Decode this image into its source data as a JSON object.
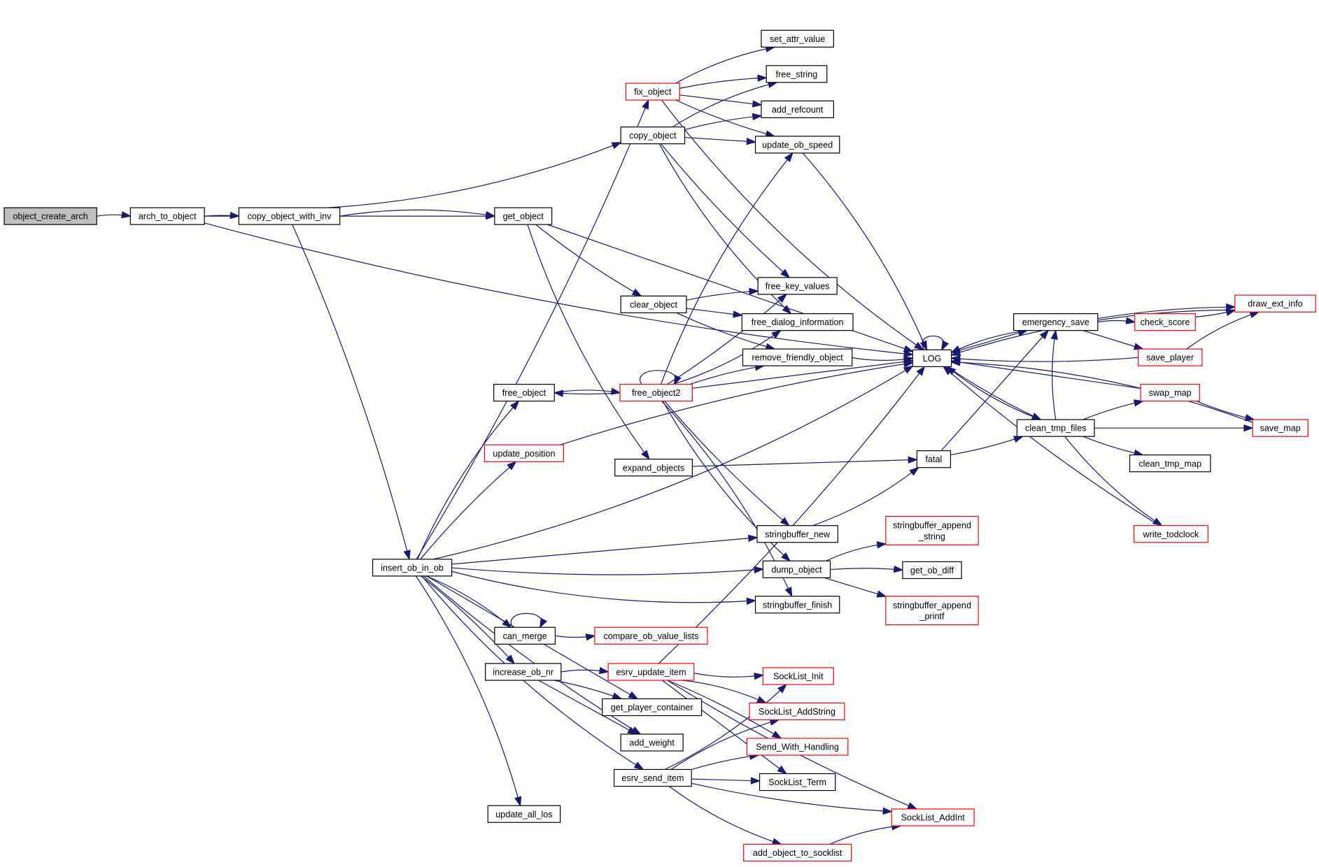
{
  "title": "Call graph of object_create_arch",
  "colors": {
    "edge": "#191970",
    "node_border": "#000000",
    "truncated_border": "#ff0000",
    "root_fill": "#bfbfbf"
  },
  "nodes": {
    "object_create_arch": {
      "label": "object_create_arch",
      "truncated": false,
      "root": true
    },
    "arch_to_object": {
      "label": "arch_to_object",
      "truncated": false
    },
    "copy_object_with_inv": {
      "label": "copy_object_with_inv",
      "truncated": false
    },
    "get_object": {
      "label": "get_object",
      "truncated": false
    },
    "insert_ob_in_ob": {
      "label": "insert_ob_in_ob",
      "truncated": false
    },
    "fix_object": {
      "label": "fix_object",
      "truncated": true
    },
    "copy_object": {
      "label": "copy_object",
      "truncated": false
    },
    "set_attr_value": {
      "label": "set_attr_value",
      "truncated": false
    },
    "free_string": {
      "label": "free_string",
      "truncated": false
    },
    "add_refcount": {
      "label": "add_refcount",
      "truncated": false
    },
    "update_ob_speed": {
      "label": "update_ob_speed",
      "truncated": false
    },
    "clear_object": {
      "label": "clear_object",
      "truncated": false
    },
    "free_key_values": {
      "label": "free_key_values",
      "truncated": false
    },
    "free_dialog_information": {
      "label": "free_dialog_information",
      "truncated": false
    },
    "remove_friendly_object": {
      "label": "remove_friendly_object",
      "truncated": false
    },
    "free_object": {
      "label": "free_object",
      "truncated": false
    },
    "free_object2": {
      "label": "free_object2",
      "truncated": true
    },
    "update_position": {
      "label": "update_position",
      "truncated": true
    },
    "expand_objects": {
      "label": "expand_objects",
      "truncated": false
    },
    "LOG": {
      "label": "LOG",
      "truncated": false
    },
    "emergency_save": {
      "label": "emergency_save",
      "truncated": false
    },
    "check_score": {
      "label": "check_score",
      "truncated": true
    },
    "draw_ext_info": {
      "label": "draw_ext_info",
      "truncated": true
    },
    "save_player": {
      "label": "save_player",
      "truncated": true
    },
    "swap_map": {
      "label": "swap_map",
      "truncated": true
    },
    "save_map": {
      "label": "save_map",
      "truncated": true
    },
    "clean_tmp_files": {
      "label": "clean_tmp_files",
      "truncated": false
    },
    "clean_tmp_map": {
      "label": "clean_tmp_map",
      "truncated": false
    },
    "write_todclock": {
      "label": "write_todclock",
      "truncated": true
    },
    "fatal": {
      "label": "fatal",
      "truncated": false
    },
    "stringbuffer_new": {
      "label": "stringbuffer_new",
      "truncated": false
    },
    "dump_object": {
      "label": "dump_object",
      "truncated": false
    },
    "stringbuffer_finish": {
      "label": "stringbuffer_finish",
      "truncated": false
    },
    "stringbuffer_append_string": {
      "label": "stringbuffer_append\n_string",
      "truncated": true
    },
    "get_ob_diff": {
      "label": "get_ob_diff",
      "truncated": false
    },
    "stringbuffer_append_printf": {
      "label": "stringbuffer_append\n_printf",
      "truncated": true
    },
    "can_merge": {
      "label": "can_merge",
      "truncated": false
    },
    "compare_ob_value_lists": {
      "label": "compare_ob_value_lists",
      "truncated": true
    },
    "increase_ob_nr": {
      "label": "increase_ob_nr",
      "truncated": false
    },
    "esrv_update_item": {
      "label": "esrv_update_item",
      "truncated": true
    },
    "get_player_container": {
      "label": "get_player_container",
      "truncated": false
    },
    "add_weight": {
      "label": "add_weight",
      "truncated": false
    },
    "esrv_send_item": {
      "label": "esrv_send_item",
      "truncated": false
    },
    "update_all_los": {
      "label": "update_all_los",
      "truncated": false
    },
    "SockList_Init": {
      "label": "SockList_Init",
      "truncated": true
    },
    "SockList_AddString": {
      "label": "SockList_AddString",
      "truncated": true
    },
    "Send_With_Handling": {
      "label": "Send_With_Handling",
      "truncated": true
    },
    "SockList_Term": {
      "label": "SockList_Term",
      "truncated": false
    },
    "SockList_AddInt": {
      "label": "SockList_AddInt",
      "truncated": true
    },
    "add_object_to_socklist": {
      "label": "add_object_to_socklist",
      "truncated": true
    }
  },
  "edges": [
    [
      "object_create_arch",
      "arch_to_object"
    ],
    [
      "arch_to_object",
      "copy_object_with_inv"
    ],
    [
      "arch_to_object",
      "get_object"
    ],
    [
      "arch_to_object",
      "LOG"
    ],
    [
      "copy_object_with_inv",
      "copy_object"
    ],
    [
      "copy_object_with_inv",
      "get_object"
    ],
    [
      "copy_object_with_inv",
      "insert_ob_in_ob"
    ],
    [
      "get_object",
      "LOG"
    ],
    [
      "get_object",
      "clear_object"
    ],
    [
      "get_object",
      "expand_objects"
    ],
    [
      "fix_object",
      "set_attr_value"
    ],
    [
      "fix_object",
      "free_string"
    ],
    [
      "fix_object",
      "add_refcount"
    ],
    [
      "fix_object",
      "update_ob_speed"
    ],
    [
      "fix_object",
      "LOG"
    ],
    [
      "copy_object",
      "free_string"
    ],
    [
      "copy_object",
      "add_refcount"
    ],
    [
      "copy_object",
      "update_ob_speed"
    ],
    [
      "copy_object",
      "free_key_values"
    ],
    [
      "copy_object",
      "free_dialog_information"
    ],
    [
      "update_ob_speed",
      "LOG"
    ],
    [
      "clear_object",
      "free_key_values"
    ],
    [
      "clear_object",
      "free_dialog_information"
    ],
    [
      "clear_object",
      "remove_friendly_object"
    ],
    [
      "remove_friendly_object",
      "LOG"
    ],
    [
      "free_object",
      "free_object2"
    ],
    [
      "free_object2",
      "free_object"
    ],
    [
      "free_object2",
      "free_object2"
    ],
    [
      "free_object2",
      "free_key_values"
    ],
    [
      "free_object2",
      "free_dialog_information"
    ],
    [
      "free_object2",
      "update_ob_speed"
    ],
    [
      "free_object2",
      "remove_friendly_object"
    ],
    [
      "free_object2",
      "LOG"
    ],
    [
      "free_object2",
      "stringbuffer_new"
    ],
    [
      "free_object2",
      "dump_object"
    ],
    [
      "free_object2",
      "stringbuffer_finish"
    ],
    [
      "update_position",
      "LOG"
    ],
    [
      "expand_objects",
      "fatal"
    ],
    [
      "insert_ob_in_ob",
      "fix_object"
    ],
    [
      "insert_ob_in_ob",
      "LOG"
    ],
    [
      "insert_ob_in_ob",
      "free_object"
    ],
    [
      "insert_ob_in_ob",
      "update_position"
    ],
    [
      "insert_ob_in_ob",
      "stringbuffer_new"
    ],
    [
      "insert_ob_in_ob",
      "dump_object"
    ],
    [
      "insert_ob_in_ob",
      "stringbuffer_finish"
    ],
    [
      "insert_ob_in_ob",
      "can_merge"
    ],
    [
      "insert_ob_in_ob",
      "increase_ob_nr"
    ],
    [
      "insert_ob_in_ob",
      "get_player_container"
    ],
    [
      "insert_ob_in_ob",
      "add_weight"
    ],
    [
      "insert_ob_in_ob",
      "esrv_send_item"
    ],
    [
      "insert_ob_in_ob",
      "update_all_los"
    ],
    [
      "LOG",
      "LOG"
    ],
    [
      "LOG",
      "emergency_save"
    ],
    [
      "LOG",
      "clean_tmp_files"
    ],
    [
      "emergency_save",
      "LOG"
    ],
    [
      "emergency_save",
      "check_score"
    ],
    [
      "emergency_save",
      "draw_ext_info"
    ],
    [
      "emergency_save",
      "save_player"
    ],
    [
      "check_score",
      "draw_ext_info"
    ],
    [
      "draw_ext_info",
      "LOG"
    ],
    [
      "save_player",
      "draw_ext_info"
    ],
    [
      "save_player",
      "LOG"
    ],
    [
      "swap_map",
      "LOG"
    ],
    [
      "swap_map",
      "save_map"
    ],
    [
      "save_map",
      "LOG"
    ],
    [
      "clean_tmp_files",
      "LOG"
    ],
    [
      "clean_tmp_files",
      "swap_map"
    ],
    [
      "clean_tmp_files",
      "save_map"
    ],
    [
      "clean_tmp_files",
      "clean_tmp_map"
    ],
    [
      "clean_tmp_files",
      "write_todclock"
    ],
    [
      "clean_tmp_files",
      "emergency_save"
    ],
    [
      "write_todclock",
      "LOG"
    ],
    [
      "fatal",
      "emergency_save"
    ],
    [
      "fatal",
      "clean_tmp_files"
    ],
    [
      "stringbuffer_new",
      "fatal"
    ],
    [
      "dump_object",
      "stringbuffer_append_string"
    ],
    [
      "dump_object",
      "get_ob_diff"
    ],
    [
      "dump_object",
      "stringbuffer_append_printf"
    ],
    [
      "can_merge",
      "can_merge"
    ],
    [
      "can_merge",
      "compare_ob_value_lists"
    ],
    [
      "increase_ob_nr",
      "esrv_update_item"
    ],
    [
      "increase_ob_nr",
      "get_player_container"
    ],
    [
      "increase_ob_nr",
      "add_weight"
    ],
    [
      "esrv_update_item",
      "LOG"
    ],
    [
      "esrv_update_item",
      "SockList_Init"
    ],
    [
      "esrv_update_item",
      "SockList_AddString"
    ],
    [
      "esrv_update_item",
      "Send_With_Handling"
    ],
    [
      "esrv_update_item",
      "SockList_Term"
    ],
    [
      "esrv_update_item",
      "SockList_AddInt"
    ],
    [
      "esrv_send_item",
      "SockList_Init"
    ],
    [
      "esrv_send_item",
      "SockList_AddString"
    ],
    [
      "esrv_send_item",
      "Send_With_Handling"
    ],
    [
      "esrv_send_item",
      "SockList_Term"
    ],
    [
      "esrv_send_item",
      "SockList_AddInt"
    ],
    [
      "esrv_send_item",
      "add_object_to_socklist"
    ],
    [
      "add_object_to_socklist",
      "SockList_AddInt"
    ]
  ]
}
